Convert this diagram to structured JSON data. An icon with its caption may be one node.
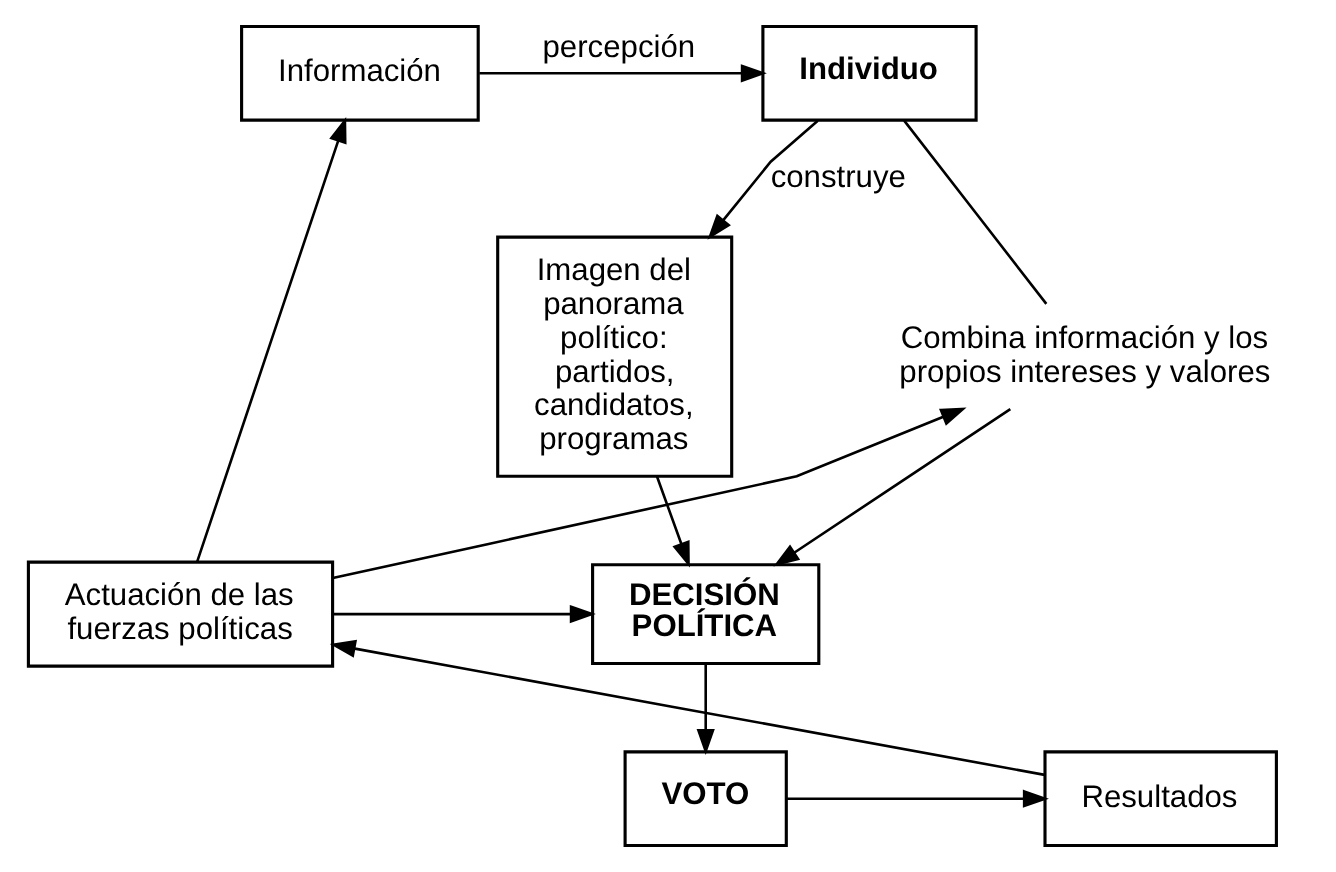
{
  "diagram": {
    "nodes": [
      {
        "text": [
          "Información"
        ]
      },
      {
        "text": [
          "Individuo"
        ]
      },
      {
        "text": [
          "Imagen del panorama político: partidos, candidatos, programas"
        ]
      },
      {
        "text": [
          "Combina información y los propios intereses y valores"
        ]
      },
      {
        "text": [
          "Actuación de las fuerzas políticas"
        ]
      },
      {
        "text": [
          "DECISIÓN POLÍTICA"
        ]
      },
      {
        "text": [
          "Resultados"
        ]
      },
      {
        "text": [
          "VOTO"
        ]
      }
    ],
    "edges": [
      {
        "from": 0,
        "to": 1,
        "arrow": "to",
        "label": "percepción"
      },
      {
        "from": 1,
        "to": 2,
        "arrow": "to",
        "label": "construye"
      },
      {
        "from": 1,
        "to": 3,
        "arrow": "none"
      },
      {
        "from": 3,
        "to": 5,
        "arrow": "to"
      },
      {
        "from": 4,
        "to": 3,
        "arrow": "to"
      },
      {
        "from": 4,
        "to": 0,
        "arrow": "to"
      },
      {
        "from": 4,
        "to": 5,
        "arrow": "to"
      },
      {
        "from": 2,
        "to": 5,
        "arrow": "to"
      },
      {
        "from": 5,
        "to": 7,
        "arrow": "to"
      },
      {
        "from": 7,
        "to": 6,
        "arrow": "to"
      },
      {
        "from": 6,
        "to": 4,
        "arrow": "to"
      }
    ]
  }
}
